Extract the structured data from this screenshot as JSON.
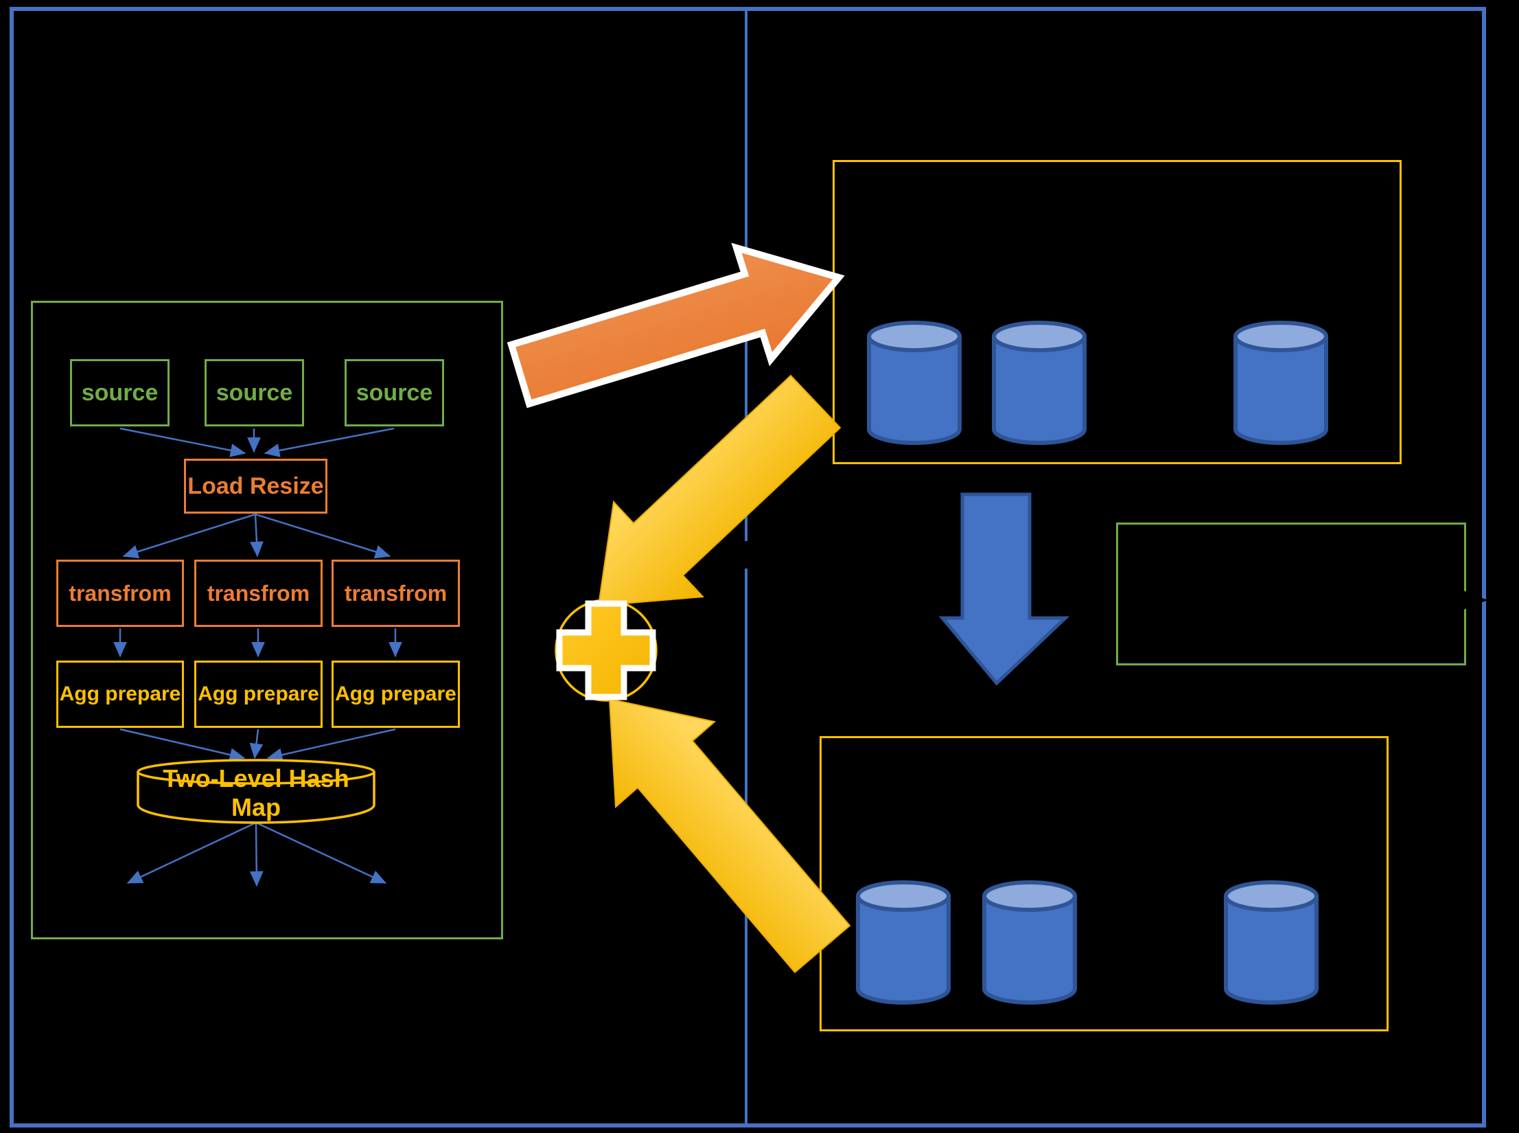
{
  "colors": {
    "frame_blue": "#4472C4",
    "green": "#70AD47",
    "orange": "#ED7D31",
    "gold": "#FFC000",
    "cylinder_body": "#4472C4",
    "cylinder_top": "#8FAADC",
    "cylinder_outline": "#2F5597",
    "arrow_outline_white": "#FFFFFF",
    "background": "#000000"
  },
  "pipeline": {
    "sources": [
      {
        "label": "source"
      },
      {
        "label": "source"
      },
      {
        "label": "source"
      }
    ],
    "load_resize": {
      "label": "Load Resize"
    },
    "transforms": [
      {
        "label": "transfrom"
      },
      {
        "label": "transfrom"
      },
      {
        "label": "transfrom"
      }
    ],
    "agg_prepares": [
      {
        "label": "Agg prepare"
      },
      {
        "label": "Agg prepare"
      },
      {
        "label": "Agg prepare"
      }
    ],
    "hash_map": {
      "label": "Two-Level Hash Map"
    }
  },
  "storage": {
    "top_box": {
      "cylinder_count": 3
    },
    "bottom_box": {
      "cylinder_count": 3
    }
  },
  "icons": {
    "merge": "plus-icon",
    "pipeline_to_top_storage": "orange-arrow-up-right-icon",
    "top_storage_to_merge": "gold-arrow-down-left-icon",
    "bottom_storage_to_merge": "gold-arrow-up-left-icon",
    "top_to_bottom_storage": "blue-arrow-down-icon",
    "pipeline_connectors": "blue-thin-arrow-icon"
  }
}
